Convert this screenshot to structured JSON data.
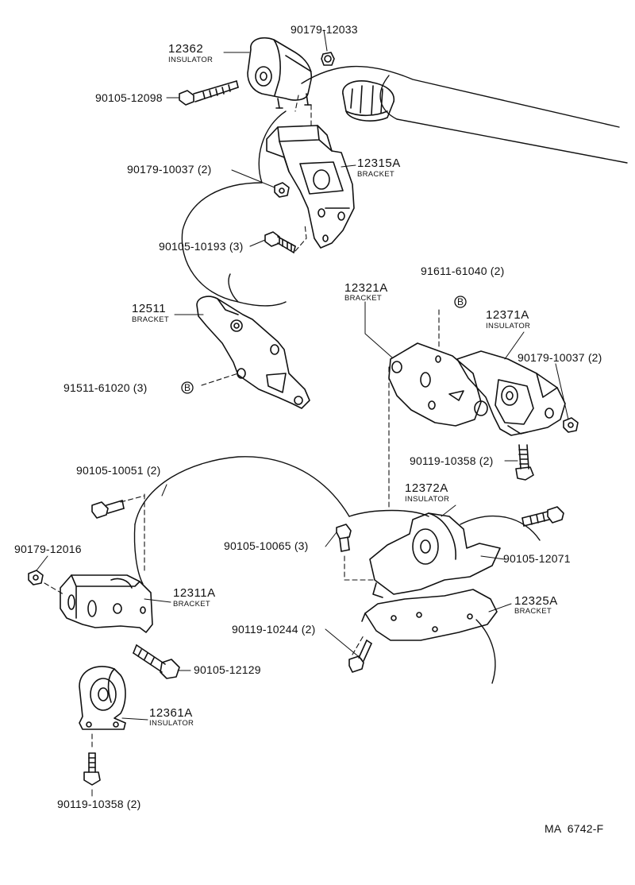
{
  "drawing_code": "MA  6742-F",
  "reference_marker": "B",
  "parts": [
    {
      "id": "p12362",
      "number": "12362",
      "desc": "INSULATOR"
    },
    {
      "id": "p90179-12033",
      "number": "90179-12033",
      "desc": ""
    },
    {
      "id": "p90105-12098",
      "number": "90105-12098",
      "desc": ""
    },
    {
      "id": "p90179-10037a",
      "number": "90179-10037 (2)",
      "desc": ""
    },
    {
      "id": "p12315A",
      "number": "12315A",
      "desc": "BRACKET"
    },
    {
      "id": "p90105-10193",
      "number": "90105-10193 (3)",
      "desc": ""
    },
    {
      "id": "p91611-61040",
      "number": "91611-61040 (2)",
      "desc": ""
    },
    {
      "id": "p12321A",
      "number": "12321A",
      "desc": "BRACKET"
    },
    {
      "id": "p12371A",
      "number": "12371A",
      "desc": "INSULATOR"
    },
    {
      "id": "p90179-10037b",
      "number": "90179-10037 (2)",
      "desc": ""
    },
    {
      "id": "p12511",
      "number": "12511",
      "desc": "BRACKET"
    },
    {
      "id": "p91511-61020",
      "number": "91511-61020 (3)",
      "desc": ""
    },
    {
      "id": "p90119-10358a",
      "number": "90119-10358 (2)",
      "desc": ""
    },
    {
      "id": "p90105-10051",
      "number": "90105-10051 (2)",
      "desc": ""
    },
    {
      "id": "p12372A",
      "number": "12372A",
      "desc": "INSULATOR"
    },
    {
      "id": "p90179-12016",
      "number": "90179-12016",
      "desc": ""
    },
    {
      "id": "p90105-10065",
      "number": "90105-10065 (3)",
      "desc": ""
    },
    {
      "id": "p90105-12071",
      "number": "90105-12071",
      "desc": ""
    },
    {
      "id": "p12311A",
      "number": "12311A",
      "desc": "BRACKET"
    },
    {
      "id": "p12325A",
      "number": "12325A",
      "desc": "BRACKET"
    },
    {
      "id": "p90119-10244",
      "number": "90119-10244 (2)",
      "desc": ""
    },
    {
      "id": "p90105-12129",
      "number": "90105-12129",
      "desc": ""
    },
    {
      "id": "p12361A",
      "number": "12361A",
      "desc": "INSULATOR"
    },
    {
      "id": "p90119-10358b",
      "number": "90119-10358 (2)",
      "desc": ""
    }
  ]
}
